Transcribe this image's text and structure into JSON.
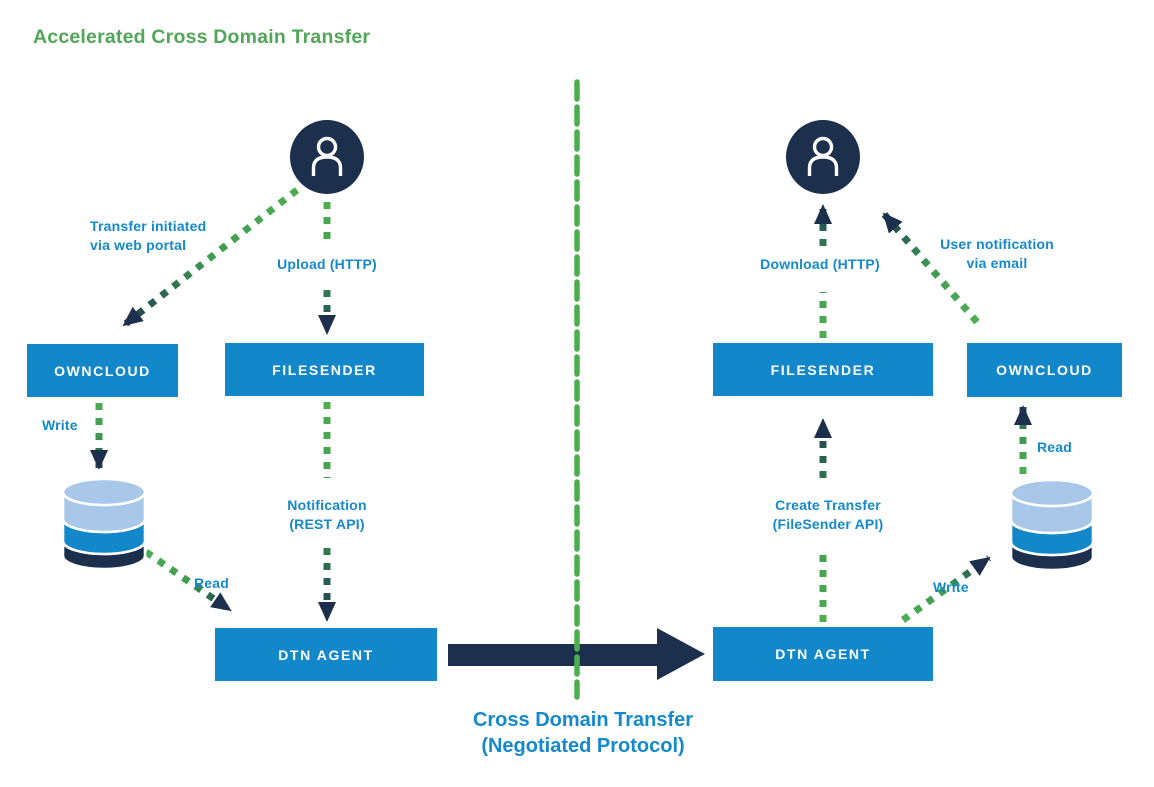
{
  "title": "Accelerated Cross Domain Transfer",
  "caption": {
    "line1": "Cross Domain Transfer",
    "line2": "(Negotiated Protocol)"
  },
  "colors": {
    "title_green": "#52A657",
    "divider_green": "#4DAE51",
    "box_blue": "#1287C9",
    "label_blue": "#1489CC",
    "navy": "#1C2F4D",
    "db_light_blue": "#A9C7E8"
  },
  "icons": {
    "user": "user-icon",
    "database": "database-icon",
    "cross_domain_arrow": "right-arrow-icon"
  },
  "left": {
    "boxes": {
      "owncloud": "OWNCLOUD",
      "filesender": "FILESENDER",
      "dtn_agent": "DTN AGENT"
    },
    "labels": {
      "transfer_initiated": [
        "Transfer initiated",
        "via web portal"
      ],
      "upload": "Upload (HTTP)",
      "write": "Write",
      "read": "Read",
      "notification": [
        "Notification",
        "(REST API)"
      ]
    }
  },
  "right": {
    "boxes": {
      "filesender": "FILESENDER",
      "owncloud": "OWNCLOUD",
      "dtn_agent": "DTN AGENT"
    },
    "labels": {
      "download": "Download (HTTP)",
      "user_notification": [
        "User notification",
        "via email"
      ],
      "create_transfer": [
        "Create Transfer",
        "(FileSender API)"
      ],
      "write": "Write",
      "read": "Read"
    }
  }
}
